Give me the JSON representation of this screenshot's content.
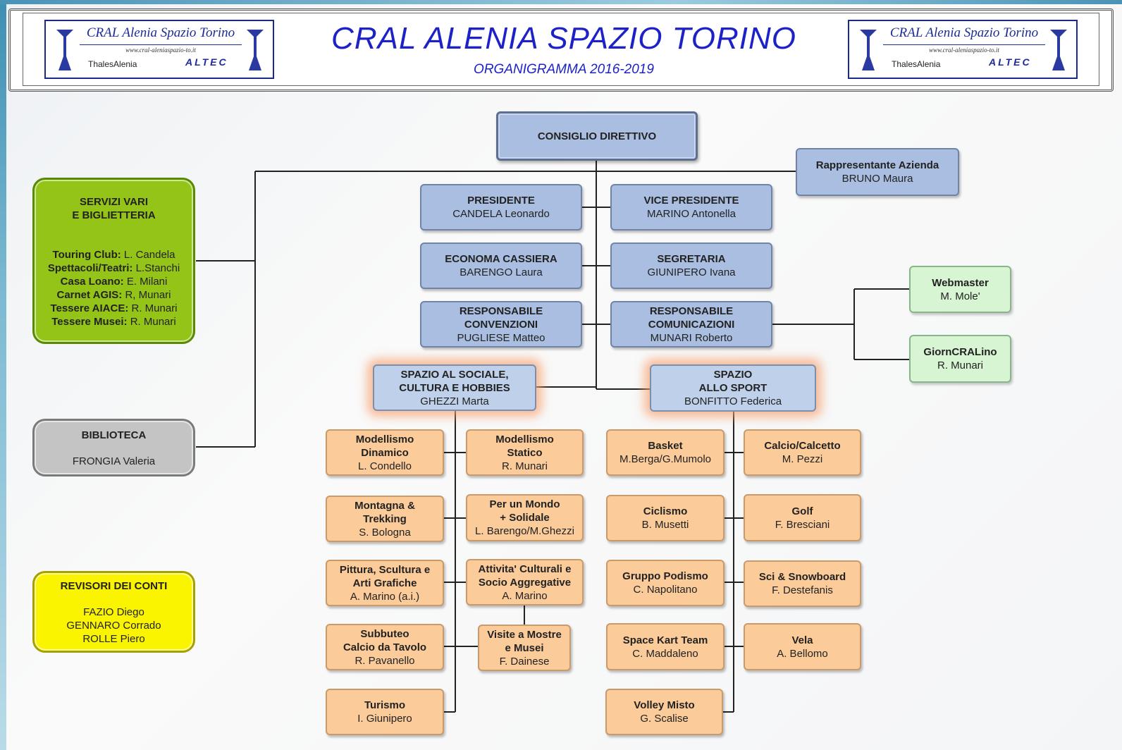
{
  "header": {
    "title": "CRAL ALENIA SPAZIO TORINO",
    "subtitle": "ORGANIGRAMMA 2016-2019",
    "logo_text": "CRAL Alenia Spazio Torino",
    "logo_url": "www.cral-aleniaspazio-to.it",
    "logo_thales": "ThalesAlenia",
    "logo_altec": "ALTEC"
  },
  "board": {
    "title": "CONSIGLIO DIRETTIVO"
  },
  "company_rep": {
    "title": "Rappresentante Azienda",
    "name": "BRUNO Maura"
  },
  "officers": [
    {
      "title": "PRESIDENTE",
      "name": "CANDELA Leonardo"
    },
    {
      "title": "VICE PRESIDENTE",
      "name": "MARINO Antonella"
    },
    {
      "title": "ECONOMA CASSIERA",
      "name": "BARENGO Laura"
    },
    {
      "title": "SEGRETARIA",
      "name": "GIUNIPERO Ivana"
    },
    {
      "title": "RESPONSABILE CONVENZIONI",
      "name": "PUGLIESE Matteo"
    },
    {
      "title": "RESPONSABILE COMUNICAZIONI",
      "name": "MUNARI Roberto"
    }
  ],
  "comms": [
    {
      "title": "Webmaster",
      "name": "M. Mole'"
    },
    {
      "title": "GiornCRALino",
      "name": "R. Munari"
    }
  ],
  "services": {
    "title1": "SERVIZI VARI",
    "title2": "E BIGLIETTERIA",
    "items": [
      {
        "label": "Touring Club:",
        "name": "L. Candela"
      },
      {
        "label": "Spettacoli/Teatri:",
        "name": "L.Stanchi"
      },
      {
        "label": "Casa Loano:",
        "name": "E. Milani"
      },
      {
        "label": "Carnet AGIS:",
        "name": "R, Munari"
      },
      {
        "label": "Tessere AIACE:",
        "name": "R. Munari"
      },
      {
        "label": "Tessere Musei:",
        "name": "R. Munari"
      }
    ]
  },
  "library": {
    "title": "BIBLIOTECA",
    "name": "FRONGIA Valeria"
  },
  "auditors": {
    "title": "REVISORI DEI CONTI",
    "names": [
      "FAZIO Diego",
      "GENNARO Corrado",
      "ROLLE Piero"
    ]
  },
  "social": {
    "title1": "SPAZIO AL SOCIALE,",
    "title2": "CULTURA E HOBBIES",
    "name": "GHEZZI Marta",
    "left": [
      {
        "t1": "Modellismo",
        "t2": "Dinamico",
        "name": "L. Condello"
      },
      {
        "t1": "Montagna &",
        "t2": "Trekking",
        "name": "S. Bologna"
      },
      {
        "t1": "Pittura, Scultura e",
        "t2": "Arti Grafiche",
        "name": "A. Marino (a.i.)"
      },
      {
        "t1": "Subbuteo",
        "t2": "Calcio da Tavolo",
        "name": "R. Pavanello"
      },
      {
        "t1": "Turismo",
        "t2": "",
        "name": "I. Giunipero"
      }
    ],
    "right": [
      {
        "t1": "Modellismo",
        "t2": "Statico",
        "name": "R. Munari"
      },
      {
        "t1": "Per un Mondo",
        "t2": "+ Solidale",
        "name": "L. Barengo/M.Ghezzi"
      },
      {
        "t1": "Attivita' Culturali e",
        "t2": "Socio Aggregative",
        "name": "A. Marino"
      },
      {
        "t1": "Visite a Mostre",
        "t2": "e Musei",
        "name": "F. Dainese"
      }
    ]
  },
  "sport": {
    "title1": "SPAZIO",
    "title2": "ALLO SPORT",
    "name": "BONFITTO Federica",
    "left": [
      {
        "t1": "Basket",
        "name": "M.Berga/G.Mumolo"
      },
      {
        "t1": "Ciclismo",
        "name": "B. Musetti"
      },
      {
        "t1": "Gruppo Podismo",
        "name": "C. Napolitano"
      },
      {
        "t1": "Space Kart Team",
        "name": "C. Maddaleno"
      },
      {
        "t1": "Volley Misto",
        "name": "G. Scalise"
      }
    ],
    "right": [
      {
        "t1": "Calcio/Calcetto",
        "name": "M. Pezzi"
      },
      {
        "t1": "Golf",
        "name": "F. Bresciani"
      },
      {
        "t1": "Sci & Snowboard",
        "name": "F. Destefanis"
      },
      {
        "t1": "Vela",
        "name": "A. Bellomo"
      }
    ]
  }
}
